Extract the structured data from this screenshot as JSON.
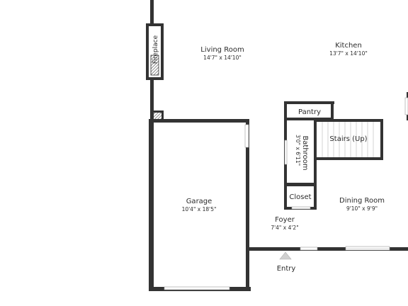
{
  "rooms": {
    "living_room": {
      "name": "Living Room",
      "dims": "14'7\" x 14'10\""
    },
    "kitchen": {
      "name": "Kitchen",
      "dims": "13'7\" x 14'10\""
    },
    "fireplace": {
      "name": "Fireplace"
    },
    "pantry": {
      "name": "Pantry"
    },
    "bathroom": {
      "name": "Bathroom",
      "dims": "3'0\" x 6'11\""
    },
    "stairs": {
      "name": "Stairs (Up)"
    },
    "closet": {
      "name": "Closet"
    },
    "garage": {
      "name": "Garage",
      "dims": "10'4\" x 18'5\""
    },
    "dining_room": {
      "name": "Dining Room",
      "dims": "9'10\" x 9'9\""
    },
    "foyer": {
      "name": "Foyer",
      "dims": "7'4\" x 4'2\""
    }
  },
  "entry": {
    "label": "Entry"
  },
  "colors": {
    "wall": "#333333",
    "text": "#2b2b2b",
    "window": "#9a9a9a",
    "background": "#ffffff"
  }
}
